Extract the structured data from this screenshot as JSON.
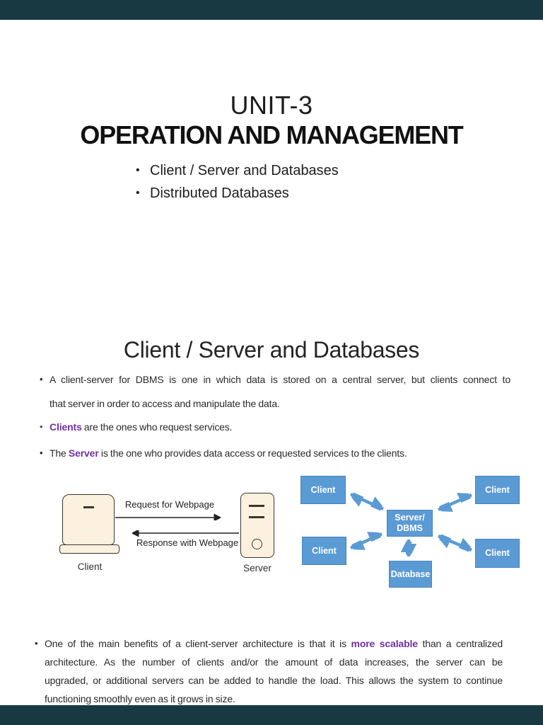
{
  "colors": {
    "bar": "#183942",
    "text": "#1f1f1f",
    "purple": "#7030a0",
    "box_blue": "#5b9bd5",
    "box_border": "#4a84bd",
    "arrow_blue": "#5b9bd5",
    "arrow_dark": "#222222",
    "diagram_fill": "#fcf1de",
    "diagram_stroke": "#3a362f"
  },
  "slide1": {
    "title_line1": "UNIT-3",
    "title_line2": "OPERATION AND MANAGEMENT",
    "bullets": [
      "Client / Server and Databases",
      "Distributed Databases"
    ]
  },
  "slide2": {
    "heading": "Client / Server and Databases",
    "bullet1": {
      "line1": "A client-server for DBMS is one in which data is stored on a central server, but clients connect to",
      "line2": "that server in order to access and manipulate the data."
    },
    "bullet2": {
      "highlight": "Clients",
      "rest": " are the ones who request services."
    },
    "bullet3": {
      "pre": "The ",
      "highlight": "Server",
      "rest": " is the one who provides data access or requested services to the clients."
    },
    "left_diagram": {
      "client_label": "Client",
      "server_label": "Server",
      "request_label": "Request for Webpage",
      "response_label": "Response with Webpage"
    },
    "right_diagram": {
      "client_label": "Client",
      "server_label_line1": "Server/",
      "server_label_line2": "DBMS",
      "database_label": "Database"
    },
    "paragraph": {
      "line1_pre": "One of the main benefits of a client-server architecture is that it is ",
      "line1_highlight": "more scalable",
      "line1_post": " than a centralized",
      "line2": "architecture. As the number of clients and/or the amount of data increases, the server can be",
      "line3": "upgraded, or additional servers can be added to handle the load. This allows the system to continue",
      "line4": "functioning smoothly even as it grows in size."
    }
  }
}
